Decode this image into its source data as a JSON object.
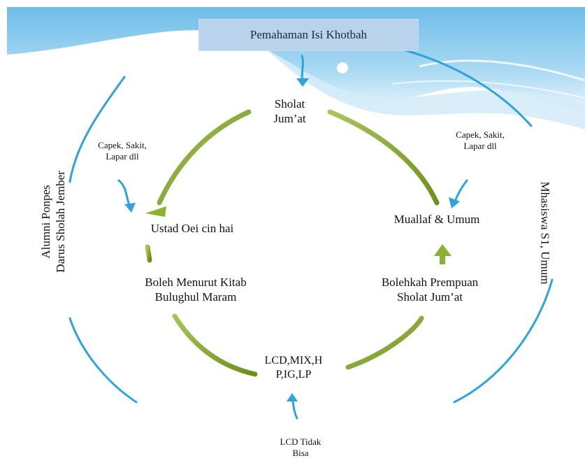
{
  "title": "Pemahaman Isi Khotbah",
  "center_top": {
    "line1": "Sholat",
    "line2": "Jum’at"
  },
  "left_small": {
    "line1": "Capek, Sakit,",
    "line2": "Lapar dll"
  },
  "right_small": {
    "line1": "Capek, Sakit,",
    "line2": "Lapar dll"
  },
  "left_node": "Ustad Oei cin hai",
  "right_node": "Muallaf & Umum",
  "left_lower": {
    "line1": "Boleh Menurut Kitab",
    "line2": "Bulughul Maram"
  },
  "right_lower": {
    "line1": "Bolehkah Prempuan",
    "line2": "Sholat Jum’at"
  },
  "bottom_node": {
    "line1": "LCD,MIX,H",
    "line2": "P,IG,LP"
  },
  "bottom_small": {
    "line1": "LCD Tidak",
    "line2": "Bisa"
  },
  "left_vertical": {
    "line1": "Alumni Ponpes",
    "line2": "Darus Sholah Jember"
  },
  "right_vertical": "Mhasiswa S1, Umum",
  "colors": {
    "arc_green": "#7fa22a",
    "arrow_blue": "#2ea3dd",
    "title_fill": "#b9d3ec",
    "wave_blue": "#7cc3ea"
  }
}
